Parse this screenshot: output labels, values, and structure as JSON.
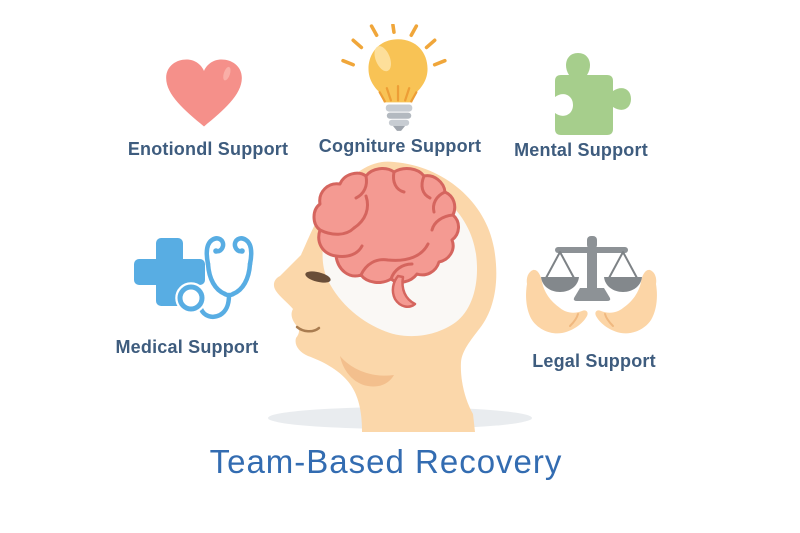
{
  "title": "Team-Based Recovery",
  "center_illustration": {
    "name": "head-profile-with-brain"
  },
  "supports": [
    {
      "label": "Enotiondl Support",
      "icon": "heart-icon"
    },
    {
      "label": "Cogniture Support",
      "icon": "lightbulb-icon"
    },
    {
      "label": "Mental Support",
      "icon": "puzzle-piece-icon"
    },
    {
      "label": "Medical Support",
      "icon": "medical-cross-stethoscope-icon"
    },
    {
      "label": "Legal Support",
      "icon": "scales-of-justice-in-hands-icon"
    }
  ],
  "colors": {
    "background": "#ffffff",
    "label_text": "#3e5c7e",
    "title_text": "#336cb1",
    "heart": "#f5908a",
    "bulb": "#f8c355",
    "bulb_rays": "#f0a63a",
    "bulb_base": "#c7ccd2",
    "puzzle_green": "#a6ce8c",
    "medical_blue": "#58ade3",
    "scale_gray": "#8d9296",
    "hand_peach": "#fcd5a6",
    "skin": "#fbd7aa",
    "skin_shadow": "#f3bf8d",
    "skull_white": "#faf8f5",
    "brain_fill": "#f49a92",
    "brain_outline": "#d5655e",
    "eyebrow_brown": "#6a4e38",
    "ground_shadow": "#e9ecef"
  }
}
